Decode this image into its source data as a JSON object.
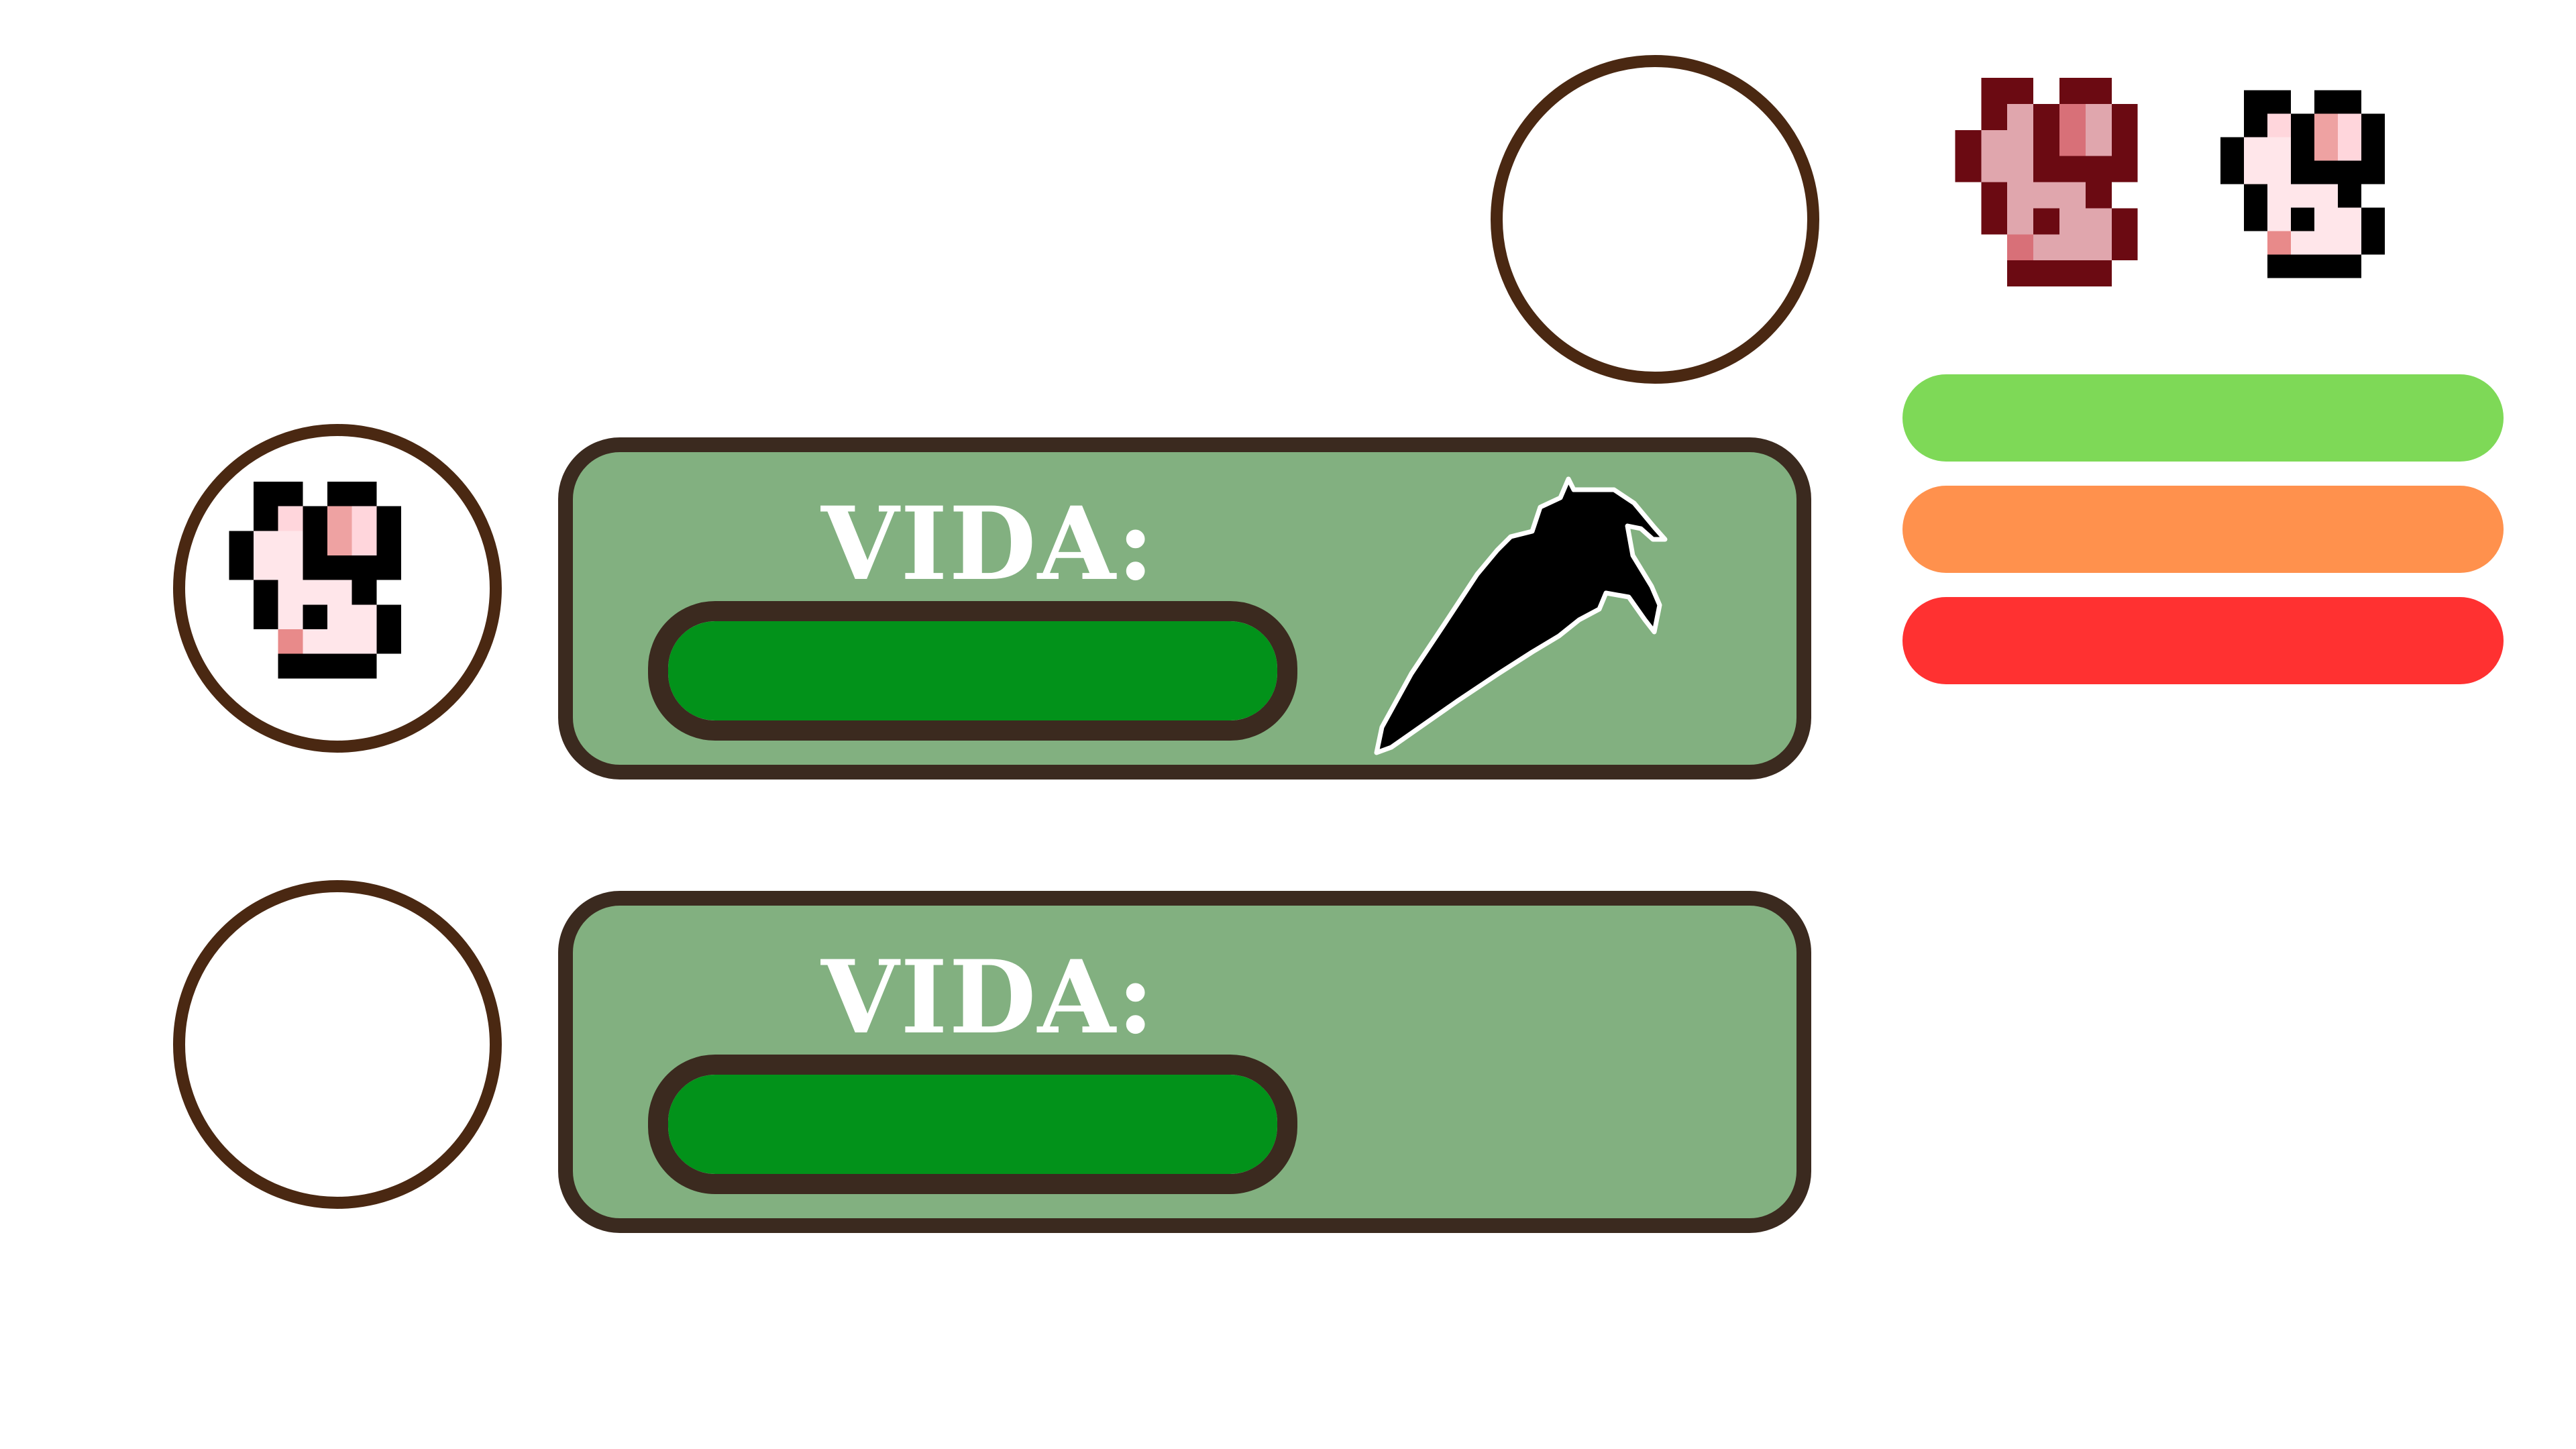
{
  "hud": {
    "players": [
      {
        "id": "player-1",
        "health_label": "VIDA:",
        "health_fraction": 1.0,
        "has_portrait_sprite": true,
        "has_weapon_icon": true,
        "weapon_icon": "carrot-icon"
      },
      {
        "id": "player-2",
        "health_label": "VIDA:",
        "health_fraction": 1.0,
        "has_portrait_sprite": false,
        "has_weapon_icon": false
      }
    ]
  },
  "sprites": {
    "portrait_icon": "paw-icon",
    "asset_icons": [
      "paw-dark-icon",
      "paw-light-icon"
    ]
  },
  "health_bar_colors": {
    "full": "#7ed957",
    "medium": "#ff914d",
    "low": "#ff3131"
  },
  "colors": {
    "panel_background": "#82b080",
    "panel_border": "#3b2a1f",
    "bar_fill": "#02921a",
    "portrait_border": "#4a2812",
    "label_text": "#ffffff"
  }
}
